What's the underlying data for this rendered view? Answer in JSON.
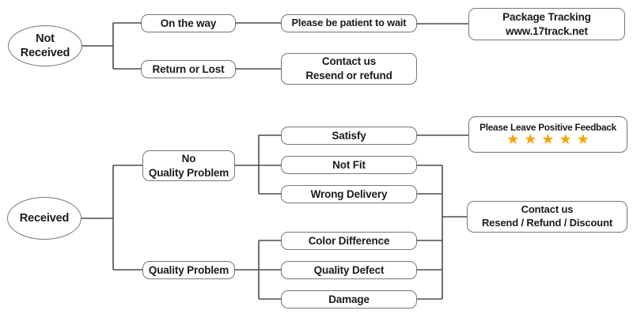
{
  "colors": {
    "line": "#4c4c4c",
    "border": "#767676",
    "star": "#F7A300",
    "text": "#1b1b1b"
  },
  "nodes": {
    "not_received": {
      "label": "Not\nReceived"
    },
    "on_the_way": {
      "label": "On the way"
    },
    "return_or_lost": {
      "label": "Return or Lost"
    },
    "be_patient": {
      "label": "Please be patient to wait"
    },
    "package_tracking": {
      "label": "Package Tracking\nwww.17track.net"
    },
    "contact_resend_refund": {
      "label": "Contact us\nResend or refund"
    },
    "received": {
      "label": "Received"
    },
    "no_quality_problem": {
      "label": "No\nQuality Problem"
    },
    "quality_problem": {
      "label": "Quality Problem"
    },
    "satisfy": {
      "label": "Satisfy"
    },
    "not_fit": {
      "label": "Not Fit"
    },
    "wrong_delivery": {
      "label": "Wrong Delivery"
    },
    "color_difference": {
      "label": "Color Difference"
    },
    "quality_defect": {
      "label": "Quality Defect"
    },
    "damage": {
      "label": "Damage"
    },
    "positive_feedback": {
      "label": "Please Leave Positive Feedback",
      "stars": "★★★★★",
      "star_count": 5
    },
    "contact_resend_refund_discount": {
      "label": "Contact us\nResend / Refund / Discount"
    }
  },
  "edges": [
    [
      "not_received",
      "on_the_way"
    ],
    [
      "not_received",
      "return_or_lost"
    ],
    [
      "on_the_way",
      "be_patient"
    ],
    [
      "be_patient",
      "package_tracking"
    ],
    [
      "return_or_lost",
      "contact_resend_refund"
    ],
    [
      "received",
      "no_quality_problem"
    ],
    [
      "received",
      "quality_problem"
    ],
    [
      "no_quality_problem",
      "satisfy"
    ],
    [
      "no_quality_problem",
      "not_fit"
    ],
    [
      "no_quality_problem",
      "wrong_delivery"
    ],
    [
      "satisfy",
      "positive_feedback"
    ],
    [
      "quality_problem",
      "color_difference"
    ],
    [
      "quality_problem",
      "quality_defect"
    ],
    [
      "quality_problem",
      "damage"
    ],
    [
      "not_fit",
      "contact_resend_refund_discount"
    ],
    [
      "wrong_delivery",
      "contact_resend_refund_discount"
    ],
    [
      "color_difference",
      "contact_resend_refund_discount"
    ],
    [
      "quality_defect",
      "contact_resend_refund_discount"
    ],
    [
      "damage",
      "contact_resend_refund_discount"
    ]
  ]
}
